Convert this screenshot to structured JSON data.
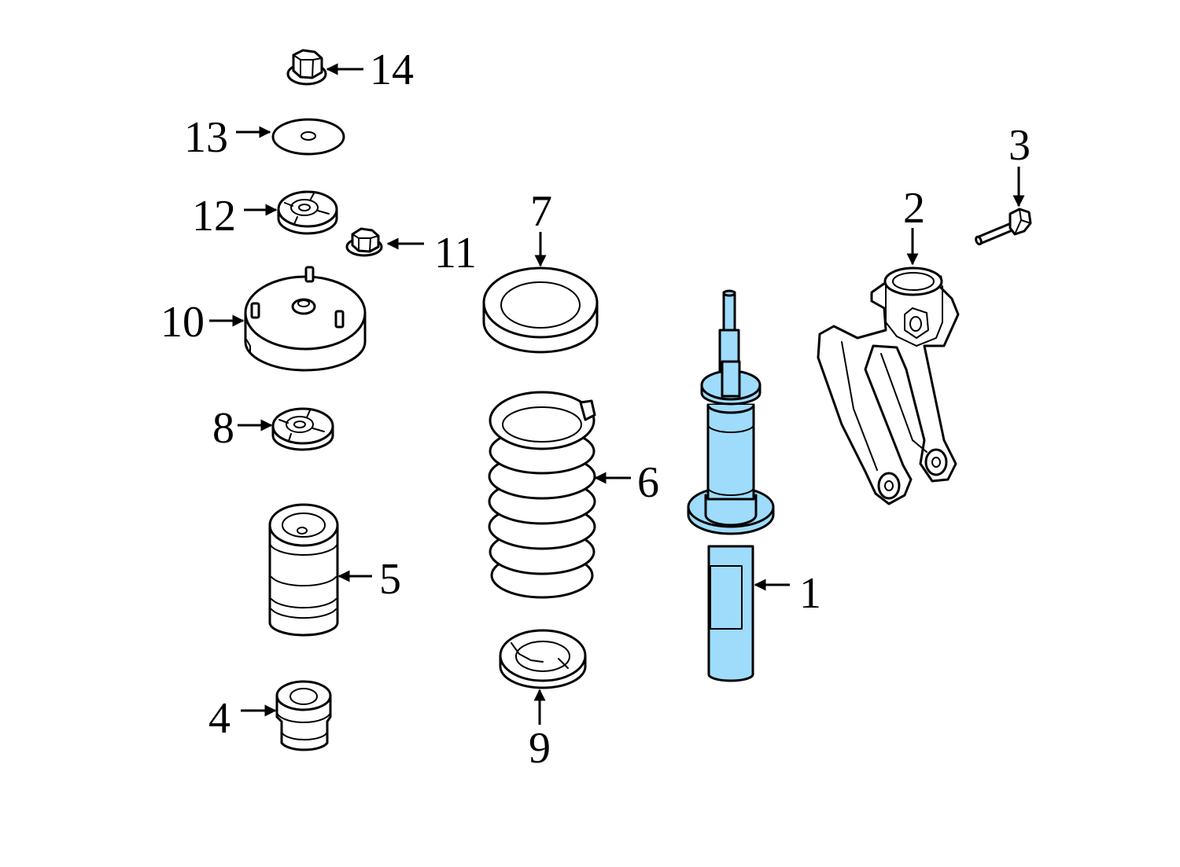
{
  "colors": {
    "highlight": "#9fdcfb",
    "line": "#000000",
    "background": "#ffffff"
  },
  "callouts": {
    "c1": "1",
    "c2": "2",
    "c3": "3",
    "c4": "4",
    "c5": "5",
    "c6": "6",
    "c7": "7",
    "c8": "8",
    "c9": "9",
    "c10": "10",
    "c11": "11",
    "c12": "12",
    "c13": "13",
    "c14": "14"
  }
}
